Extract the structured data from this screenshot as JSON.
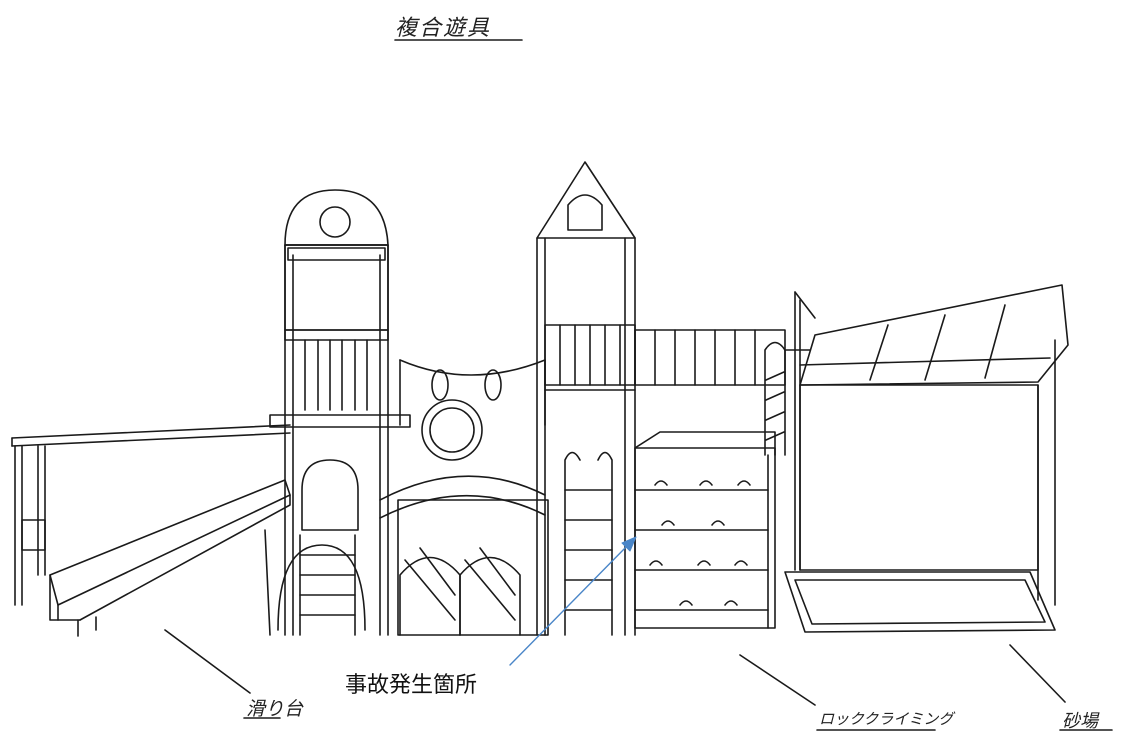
{
  "title": "複合遊具",
  "labels": {
    "slide": "滑り台",
    "rock_climbing": "ロッククライミング",
    "sandbox": "砂場"
  },
  "annotation": {
    "text": "事故発生箇所",
    "arrow_color": "#4a86c8"
  },
  "colors": {
    "line": "#1a1a1a",
    "paper": "#ffffff"
  }
}
